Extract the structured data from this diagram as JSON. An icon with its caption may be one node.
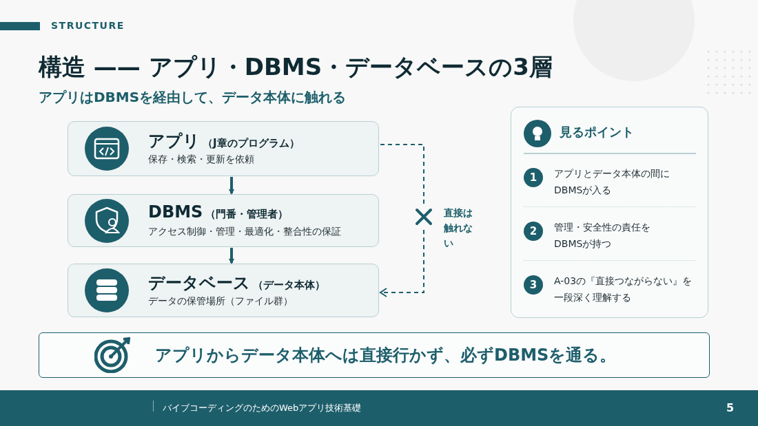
{
  "diagram": {
    "title": "構造 —— アプリ・DBMS・データベースの3層",
    "nodes": [
      {
        "text": [
          "アプリ",
          "（J章のプログラム）",
          "保存・検索・更新を依頼"
        ]
      },
      {
        "text": [
          "DBMS",
          "（門番・管理者）",
          "アクセス制御・管理・最適化・整合性の保証"
        ]
      },
      {
        "text": [
          "データベース",
          "（データ本体）",
          "データの保管場所（ファイル群）"
        ]
      },
      {
        "text": [
          "見るポイント"
        ]
      },
      {
        "text": [
          "1",
          "アプリとデータ本体の間にDBMSが入る"
        ],
        "in": 3
      },
      {
        "text": [
          "2",
          "管理・安全性の責任をDBMSが持つ"
        ],
        "in": 3
      },
      {
        "text": [
          "3",
          "A-03の『直接つながらない』を一段深く理解する"
        ],
        "in": 3
      },
      {
        "text": [
          "アプリからデータ本体へは直接行かず、必ずDBMSを通る。"
        ]
      }
    ],
    "edges": [
      {
        "from": 0,
        "to": 1,
        "arrow": "to"
      },
      {
        "from": 1,
        "to": 2,
        "arrow": "to"
      },
      {
        "from": 0,
        "to": 2,
        "arrow": "to",
        "style": "dashed",
        "label": "直接は触れない"
      }
    ],
    "labels": [
      "STRUCTURE",
      "アプリはDBMSを経由して、データ本体に触れる",
      "バイブコーディングのためのWebアプリ技術基礎",
      "5"
    ]
  }
}
